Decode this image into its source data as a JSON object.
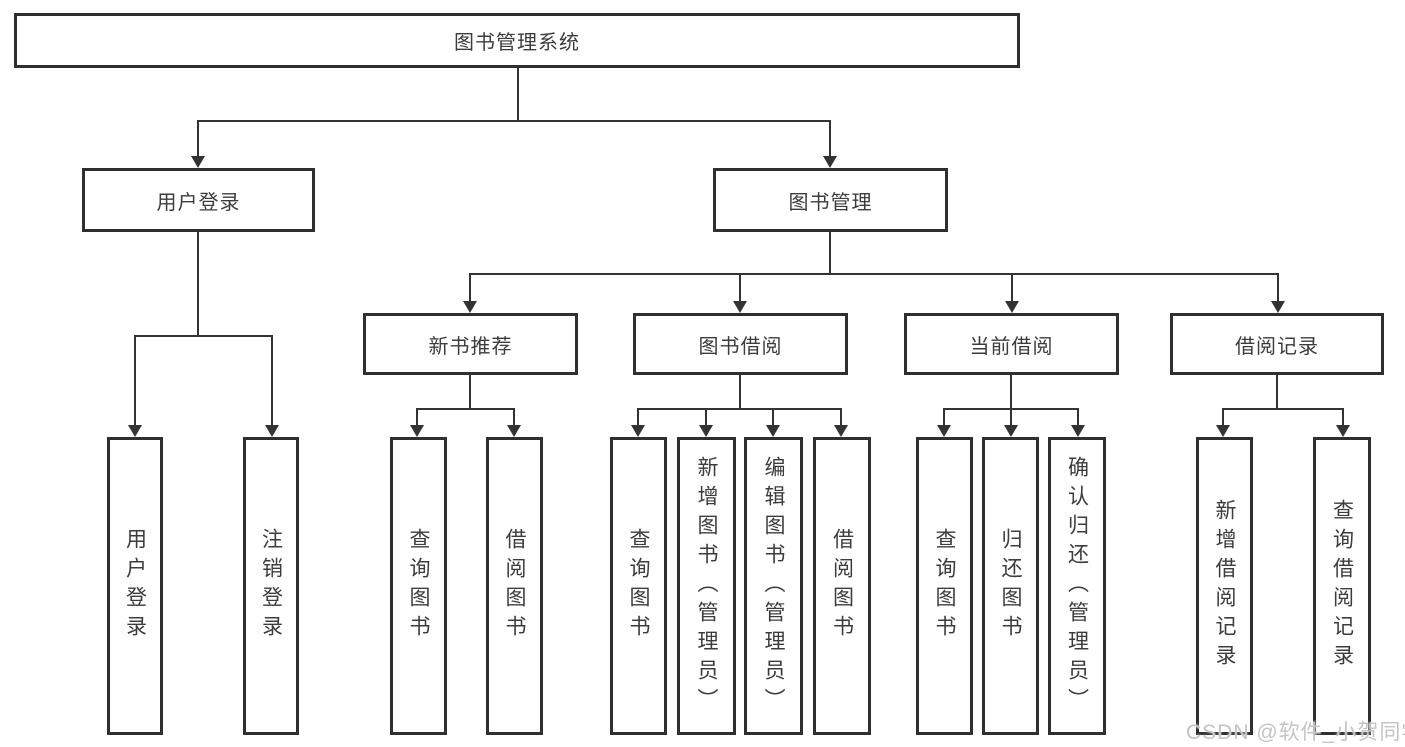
{
  "colors": {
    "background": "#ffffff",
    "line": "#333333",
    "box_border": "#2f2f2f",
    "text": "#3c3c3c",
    "watermark": "#c4c4c4"
  },
  "tree": {
    "label": "图书管理系统",
    "children": [
      {
        "label": "用户登录",
        "children": [
          {
            "label": "用户登录"
          },
          {
            "label": "注销登录"
          }
        ]
      },
      {
        "label": "图书管理",
        "children": [
          {
            "label": "新书推荐",
            "children": [
              {
                "label": "查询图书"
              },
              {
                "label": "借阅图书"
              }
            ]
          },
          {
            "label": "图书借阅",
            "children": [
              {
                "label": "查询图书"
              },
              {
                "label": "新增图书（管理员）"
              },
              {
                "label": "编辑图书（管理员）"
              },
              {
                "label": "借阅图书"
              }
            ]
          },
          {
            "label": "当前借阅",
            "children": [
              {
                "label": "查询图书"
              },
              {
                "label": "归还图书"
              },
              {
                "label": "确认归还（管理员）"
              }
            ]
          },
          {
            "label": "借阅记录",
            "children": [
              {
                "label": "新增借阅记录"
              },
              {
                "label": "查询借阅记录"
              }
            ]
          }
        ]
      }
    ]
  },
  "watermark": {
    "text": "CSDN @软件_小贺同学"
  }
}
